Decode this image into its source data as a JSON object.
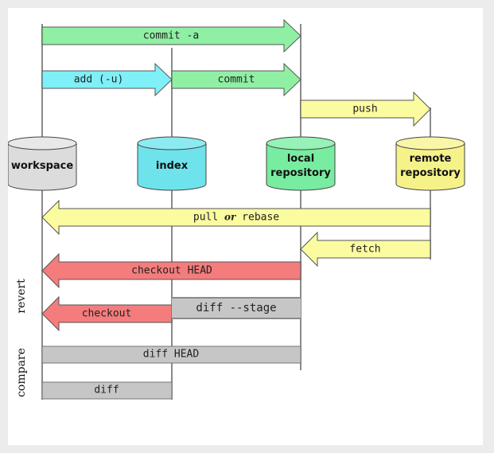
{
  "stores": {
    "workspace": "workspace",
    "index": "index",
    "local_line1": "local",
    "local_line2": "repository",
    "remote_line1": "remote",
    "remote_line2": "repository"
  },
  "commands": {
    "commit_a": "commit -a",
    "add": "add (-u)",
    "commit": "commit",
    "push": "push",
    "pull": "pull",
    "pull_or": "or",
    "rebase": "rebase",
    "fetch": "fetch",
    "checkout_head": "checkout HEAD",
    "checkout": "checkout",
    "diff_stage": "diff --stage",
    "diff_head": "diff HEAD",
    "diff": "diff"
  },
  "side_labels": {
    "revert": "revert",
    "compare": "compare"
  },
  "colors": {
    "green_arrow": "#8ff0a4",
    "cyan_arrow": "#7ff0f8",
    "yellow_arrow": "#fbfba0",
    "red_arrow": "#f47c7c",
    "gray_bar": "#c6c6c6",
    "workspace_db": "#dcdcdc",
    "index_db": "#6fe3ec",
    "local_db": "#78eca0",
    "remote_db": "#f6f28a"
  }
}
